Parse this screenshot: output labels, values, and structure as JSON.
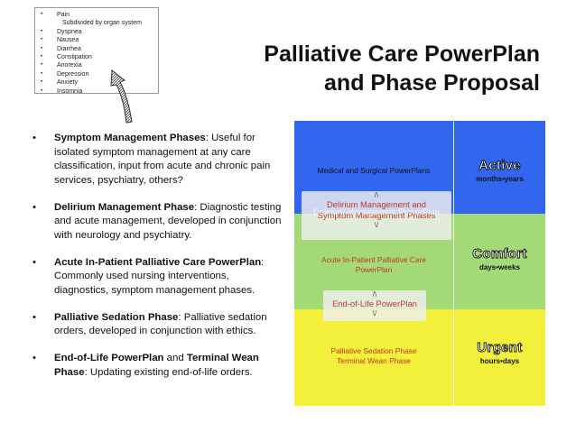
{
  "inset": {
    "items": [
      {
        "bullet": "•",
        "text": "Pain"
      },
      {
        "bullet": "",
        "text": "Subdivided by organ system"
      },
      {
        "bullet": "•",
        "text": "Dyspnea"
      },
      {
        "bullet": "•",
        "text": "Nausea"
      },
      {
        "bullet": "•",
        "text": "Diarrhea"
      },
      {
        "bullet": "•",
        "text": "Constipation"
      },
      {
        "bullet": "•",
        "text": "Anorexia"
      },
      {
        "bullet": "•",
        "text": "Depression"
      },
      {
        "bullet": "•",
        "text": "Anxiety"
      },
      {
        "bullet": "•",
        "text": "Insomnia"
      }
    ]
  },
  "title": {
    "line1": "Palliative Care PowerPlan",
    "line2": "and Phase Proposal"
  },
  "bullets": [
    {
      "dot": "•",
      "bold": "Symptom Management Phases",
      "rest": ": Useful for isolated symptom management at any care classification, input from acute and chronic pain services, psychiatry, others?"
    },
    {
      "dot": "•",
      "bold": "Delirium Management Phase",
      "rest": ": Diagnostic testing and acute management, developed in conjunction with neurology and psychiatry."
    },
    {
      "dot": "•",
      "bold": "Acute In-Patient Palliative Care PowerPlan",
      "rest": ": Commonly used nursing interventions, diagnostics, symptom management phases."
    },
    {
      "dot": "•",
      "bold": "Palliative Sedation Phase",
      "rest": ": Palliative sedation orders, developed in conjunction with ethics."
    },
    {
      "dot": "•",
      "bold": "End-of-Life PowerPlan",
      "mid": " and ",
      "bold2": "Terminal Wean Phase",
      "rest": ": Updating existing end-of-life orders."
    }
  ],
  "table": {
    "row1": {
      "left": "Medical and Surgical PowerPlans",
      "word": "Active",
      "duration": "months•years"
    },
    "row2": {
      "left_line1": "Acute In-Patient Palliative Care",
      "left_line2": "PowerPlan",
      "word": "Comfort",
      "duration": "days•weeks"
    },
    "row3": {
      "left_line1": "Palliative Sedation Phase",
      "left_line2": "Terminal Wean Phase",
      "word": "Urgent",
      "duration": "hours•days"
    },
    "overlay1": {
      "up": "/\\",
      "ghost": "Delirium Management PowerPlan",
      "line1": "Delirium Management and",
      "line2": "Symptom Management Phases",
      "down": "\\/"
    },
    "overlay2": {
      "up": "/\\",
      "line1": "End-of-Life PowerPlan",
      "down": "\\/"
    }
  },
  "colors": {
    "blue": "#3366ee",
    "green": "#a3d977",
    "yellow": "#f2f03a",
    "red_text": "#c0392b"
  }
}
